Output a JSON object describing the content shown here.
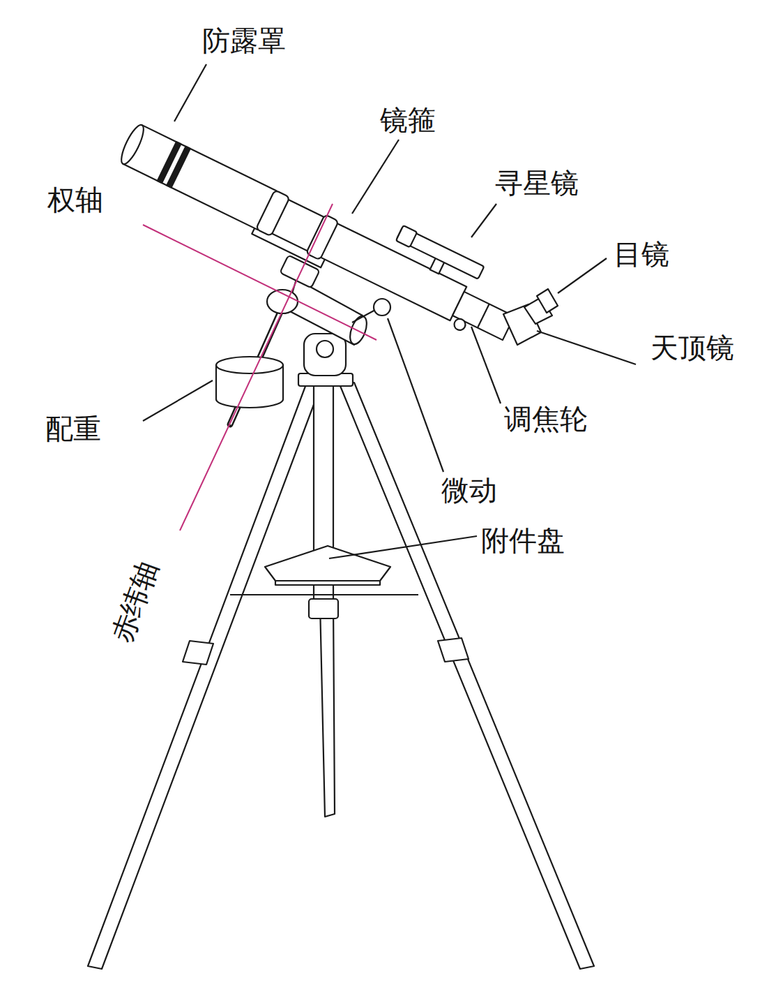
{
  "diagram": {
    "labels": [
      "防露罩",
      "镜箍",
      "权轴",
      "寻星镜",
      "目镜",
      "天顶镜",
      "配重",
      "调焦轮",
      "微动",
      "附件盘",
      "赤纬轴"
    ]
  }
}
